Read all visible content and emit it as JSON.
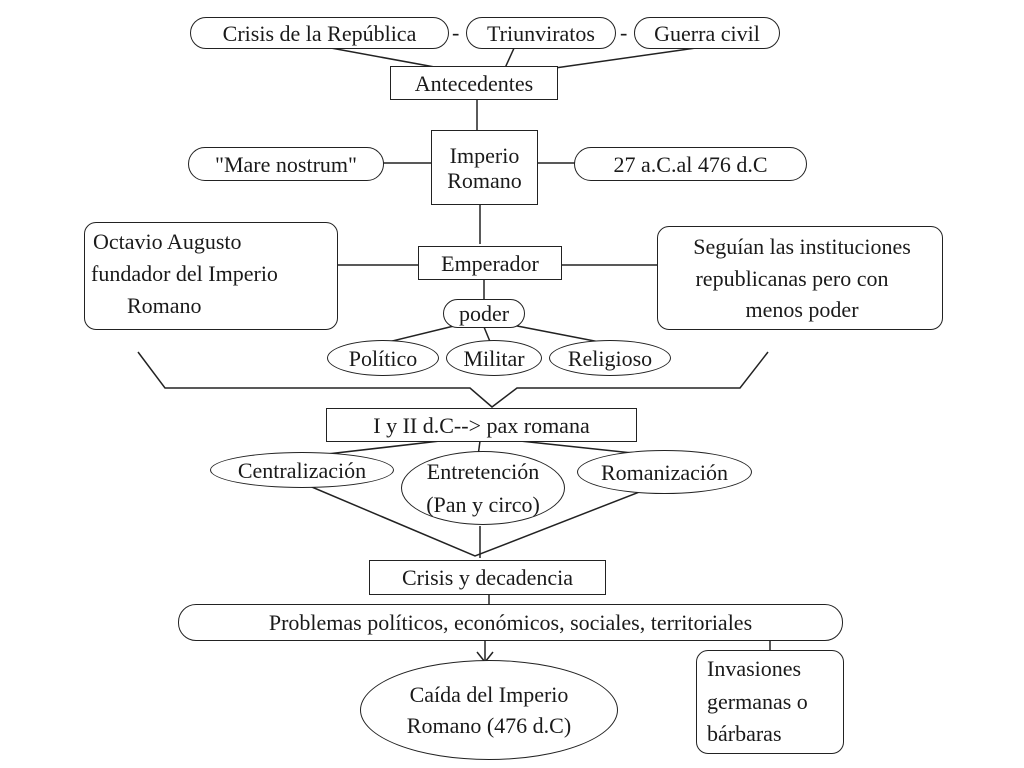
{
  "top_row": {
    "crisis_republica": "Crisis de la República",
    "sep1": "-",
    "triunviratos": "Triunviratos",
    "sep2": "-",
    "guerra_civil": "Guerra civil"
  },
  "antecedentes": "Antecedentes",
  "imperio": {
    "line1": "Imperio",
    "line2": "Romano"
  },
  "mare_nostrum": "\"Mare nostrum\"",
  "fechas": "27 a.C.al 476 d.C",
  "emperador": "Emperador",
  "octavio": {
    "line1": "Octavio Augusto",
    "line2": "fundador del Imperio",
    "line3": "Romano"
  },
  "seguian": {
    "line1": "Seguían las instituciones",
    "line2": "republicanas pero con",
    "line3": "menos poder"
  },
  "poder": "poder",
  "poderes": {
    "politico": "Político",
    "militar": "Militar",
    "religioso": "Religioso"
  },
  "pax_romana": "I y II d.C--> pax romana",
  "centralizacion": "Centralización",
  "entretencion": {
    "line1": "Entretención",
    "line2": "(Pan y circo)"
  },
  "romanizacion": "Romanización",
  "crisis_decadencia": "Crisis y decadencia",
  "problemas": "Problemas políticos, económicos, sociales, territoriales",
  "caida": {
    "line1": "Caída del Imperio",
    "line2": "Romano (476 d.C)"
  },
  "invasiones": {
    "line1": "Invasiones",
    "line2": "germanas o",
    "line3": "bárbaras"
  }
}
